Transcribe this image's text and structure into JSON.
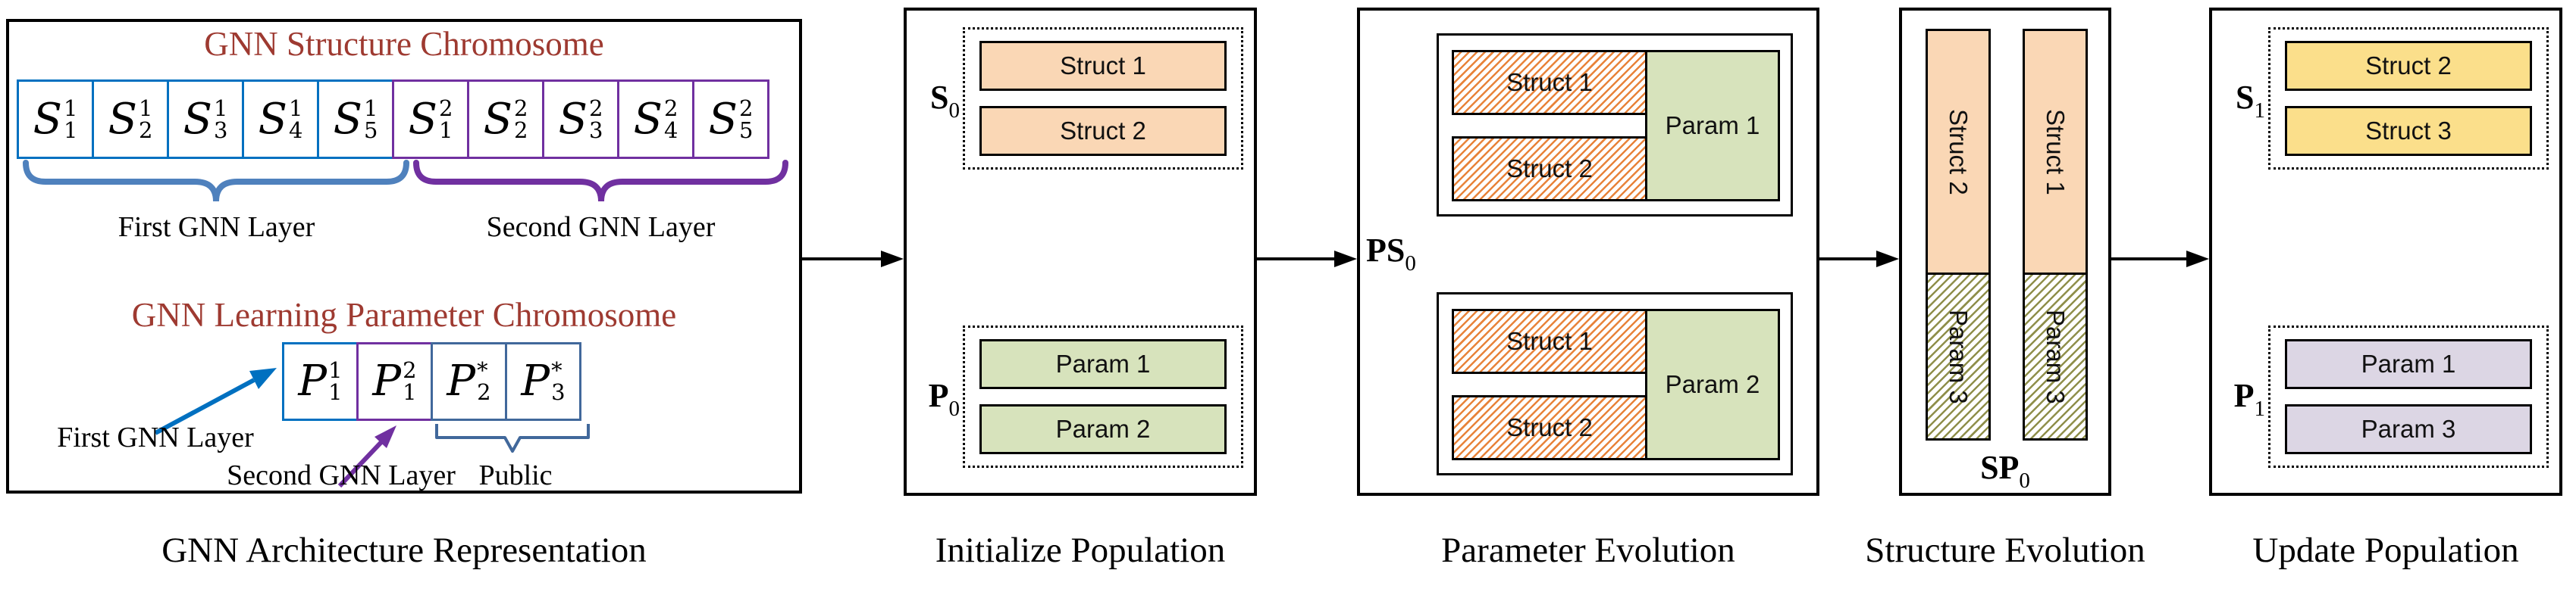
{
  "colors": {
    "peach": "#FAD7B5",
    "green": "#D7E3BC",
    "yellow": "#FBDF8B",
    "lavender": "#DCD6E4",
    "title_red": "#9E3A31",
    "cell_blue": "#0070C0",
    "cell_purple": "#7030A0",
    "brace_blue": "#4F81BD",
    "bracket_steel": "#41689B",
    "hatch_orange": "#E8833A",
    "hatch_olive": "#8F8F4B"
  },
  "architecture": {
    "caption": "GNN Architecture Representation",
    "structure": {
      "title": "GNN Structure Chromosome",
      "cells": [
        {
          "base": "S",
          "sup": "1",
          "sub": "1"
        },
        {
          "base": "S",
          "sup": "1",
          "sub": "2"
        },
        {
          "base": "S",
          "sup": "1",
          "sub": "3"
        },
        {
          "base": "S",
          "sup": "1",
          "sub": "4"
        },
        {
          "base": "S",
          "sup": "1",
          "sub": "5"
        },
        {
          "base": "S",
          "sup": "2",
          "sub": "1"
        },
        {
          "base": "S",
          "sup": "2",
          "sub": "2"
        },
        {
          "base": "S",
          "sup": "2",
          "sub": "3"
        },
        {
          "base": "S",
          "sup": "2",
          "sub": "4"
        },
        {
          "base": "S",
          "sup": "2",
          "sub": "5"
        }
      ],
      "first_layer_label": "First GNN Layer",
      "second_layer_label": "Second GNN Layer"
    },
    "parameter": {
      "title": "GNN Learning Parameter Chromosome",
      "cells": [
        {
          "base": "P",
          "sup": "1",
          "sub": "1"
        },
        {
          "base": "P",
          "sup": "2",
          "sub": "1"
        },
        {
          "base": "P",
          "sup": "*",
          "sub": "2"
        },
        {
          "base": "P",
          "sup": "*",
          "sub": "3"
        }
      ],
      "first_layer_label": "First GNN Layer",
      "second_layer_label": "Second GNN Layer",
      "public_label": "Public"
    }
  },
  "initialize": {
    "caption": "Initialize Population",
    "s_label": {
      "base": "S",
      "sub": "0"
    },
    "p_label": {
      "base": "P",
      "sub": "0"
    },
    "structs": [
      "Struct 1",
      "Struct 2"
    ],
    "params": [
      "Param 1",
      "Param 2"
    ]
  },
  "parameter_evolution": {
    "caption": "Parameter Evolution",
    "ps_label": {
      "base": "PS",
      "sub": "0"
    },
    "groups": [
      {
        "structs": [
          "Struct 1",
          "Struct 2"
        ],
        "param": "Param 1"
      },
      {
        "structs": [
          "Struct 1",
          "Struct 2"
        ],
        "param": "Param 2"
      }
    ]
  },
  "structure_evolution": {
    "caption": "Structure Evolution",
    "sp_label": {
      "base": "SP",
      "sub": "0"
    },
    "bars": [
      {
        "struct": "Struct 2",
        "param": "Param 3"
      },
      {
        "struct": "Struct 1",
        "param": "Param 3"
      }
    ]
  },
  "update": {
    "caption": "Update Population",
    "s_label": {
      "base": "S",
      "sub": "1"
    },
    "p_label": {
      "base": "P",
      "sub": "1"
    },
    "structs": [
      "Struct 2",
      "Struct 3"
    ],
    "params": [
      "Param 1",
      "Param 3"
    ]
  }
}
